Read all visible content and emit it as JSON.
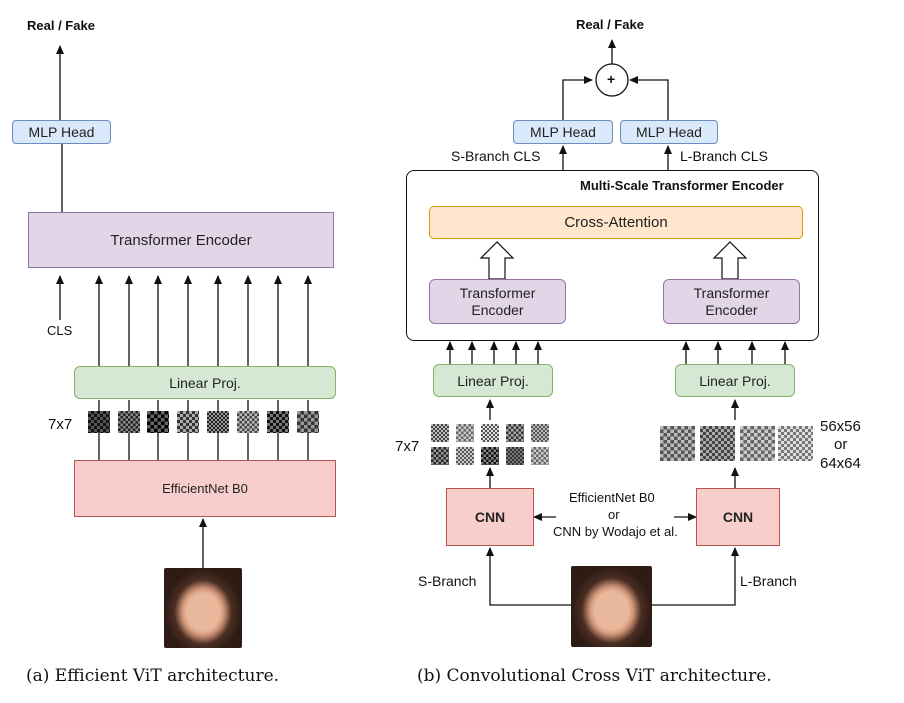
{
  "left": {
    "output": "Real / Fake",
    "mlp_head": "MLP Head",
    "transformer_encoder": "Transformer Encoder",
    "cls": "CLS",
    "linear_proj": "Linear Proj.",
    "patch_size": "7x7",
    "backbone": "EfficientNet B0",
    "caption": "(a) Efficient ViT architecture."
  },
  "right": {
    "output": "Real / Fake",
    "sum_symbol": "+",
    "mlp_head_s": "MLP Head",
    "mlp_head_l": "MLP Head",
    "s_branch_cls": "S-Branch CLS",
    "l_branch_cls": "L-Branch CLS",
    "encoder_title": "Multi-Scale Transformer Encoder",
    "cross_attention": "Cross-Attention",
    "transformer_encoder_s": "Transformer\nEncoder",
    "transformer_encoder_l": "Transformer\nEncoder",
    "linear_proj_s": "Linear Proj.",
    "linear_proj_l": "Linear Proj.",
    "patch_size_s": "7x7",
    "patch_size_l_line1": "56x56",
    "patch_size_l_line2": "or",
    "patch_size_l_line3": "64x64",
    "cnn_s": "CNN",
    "cnn_l": "CNN",
    "cnn_note_line1": "EfficientNet B0",
    "cnn_note_line2": "or",
    "cnn_note_line3": "CNN by Wodajo et al.",
    "s_branch": "S-Branch",
    "l_branch": "L-Branch",
    "caption": "(b) Convolutional Cross ViT architecture."
  }
}
